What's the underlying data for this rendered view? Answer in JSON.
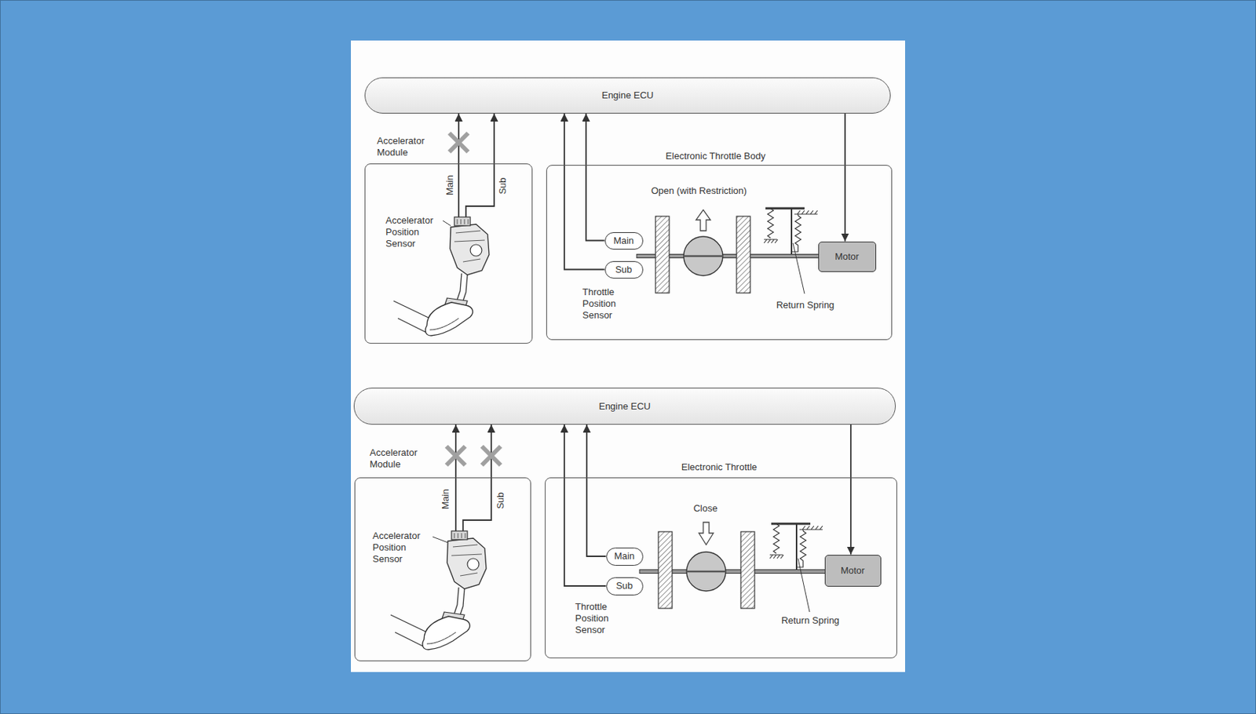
{
  "diagram": {
    "nodes": [
      {
        "text": [
          "Engine ECU"
        ]
      },
      {
        "text": [
          "Accelerator Module"
        ]
      },
      {
        "text": [
          "Electronic Throttle Body"
        ]
      },
      {
        "text": [
          "Main"
        ],
        "in": 2
      },
      {
        "text": [
          "Sub"
        ],
        "in": 2
      },
      {
        "text": [
          "Motor"
        ],
        "in": 2
      },
      {
        "text": [
          "Engine ECU"
        ]
      },
      {
        "text": [
          "Accelerator Module"
        ]
      },
      {
        "text": [
          "Electronic Throttle"
        ]
      },
      {
        "text": [
          "Main"
        ],
        "in": 8
      },
      {
        "text": [
          "Sub"
        ],
        "in": 8
      },
      {
        "text": [
          "Motor"
        ],
        "in": 8
      }
    ],
    "edges": [
      {
        "from": 1,
        "to": 0,
        "arrow": "to",
        "label": "Main"
      },
      {
        "from": 1,
        "to": 0,
        "arrow": "to",
        "label": "Sub"
      },
      {
        "from": 3,
        "to": 0,
        "arrow": "to"
      },
      {
        "from": 4,
        "to": 0,
        "arrow": "to"
      },
      {
        "from": 0,
        "to": 5,
        "arrow": "to"
      },
      {
        "from": 7,
        "to": 6,
        "arrow": "to",
        "label": "Main"
      },
      {
        "from": 7,
        "to": 6,
        "arrow": "to",
        "label": "Sub"
      },
      {
        "from": 9,
        "to": 6,
        "arrow": "to"
      },
      {
        "from": 10,
        "to": 6,
        "arrow": "to"
      },
      {
        "from": 6,
        "to": 11,
        "arrow": "to"
      }
    ],
    "labels": [
      "Accelerator Position Sensor",
      "Open (with Restriction)",
      "Throttle Position Sensor",
      "Return Spring",
      "Accelerator Position Sensor",
      "Close",
      "Throttle Position Sensor",
      "Return Spring"
    ]
  }
}
